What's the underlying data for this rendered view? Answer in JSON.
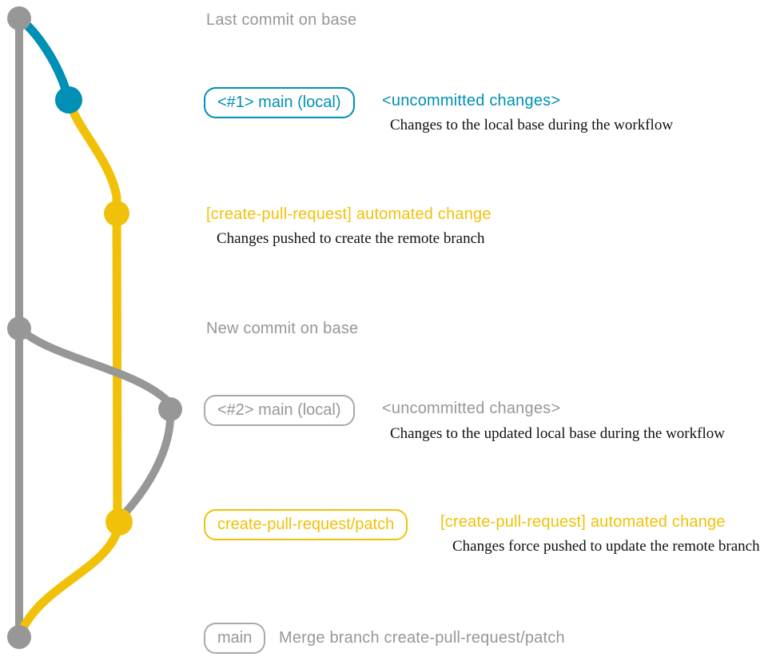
{
  "colors": {
    "gray": "#979797",
    "blue": "#008fb5",
    "yellow": "#f1c109",
    "note_text": "#111111",
    "background": "#ffffff"
  },
  "rows": {
    "last_commit": {
      "text": "Last commit on base"
    },
    "commit1": {
      "badge": "<#1> main (local)",
      "message": "<uncommitted changes>",
      "note": "Changes to the local base during the workflow"
    },
    "commit2": {
      "message": "[create-pull-request] automated change",
      "note": "Changes pushed to create the remote branch"
    },
    "new_commit": {
      "text": "New commit on base"
    },
    "commit3": {
      "badge": "<#2> main (local)",
      "message": "<uncommitted changes>",
      "note": "Changes to the updated local base during the workflow"
    },
    "commit4": {
      "badge": "create-pull-request/patch",
      "message": "[create-pull-request] automated change",
      "note": "Changes force pushed to update the remote branch"
    },
    "merge": {
      "badge": "main",
      "message": "Merge branch create-pull-request/patch"
    }
  }
}
